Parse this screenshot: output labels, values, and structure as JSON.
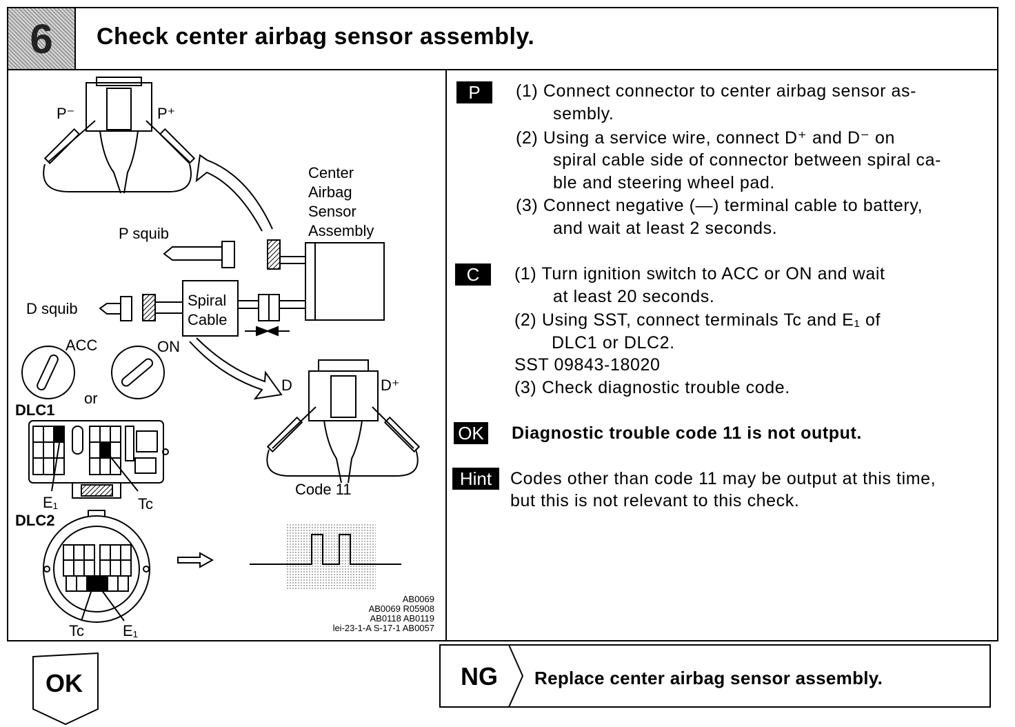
{
  "header": {
    "step_number": "6",
    "title": "Check center airbag sensor assembly."
  },
  "diagram": {
    "p_minus": "P⁻",
    "p_plus": "P⁺",
    "center_airbag_lines": [
      "Center",
      "Airbag",
      "Sensor",
      "Assembly"
    ],
    "p_squib": "P squib",
    "d_squib": "D squib",
    "spiral_cable_lines": [
      "Spiral",
      "Cable"
    ],
    "acc": "ACC",
    "on": "ON",
    "or": "or",
    "dlc1": "DLC1",
    "dlc2": "DLC2",
    "e1_top": "E₁",
    "tc_top": "Tc",
    "tc_bottom": "Tc",
    "e1_bottom": "E₁",
    "d_label": "D",
    "d_plus": "D⁺",
    "code11": "Code 11",
    "refs": [
      "AB0069",
      "AB0069 R05908",
      "AB0118 AB0119",
      "lei-23-1-A S-17-1 AB0057"
    ]
  },
  "instructions": {
    "p_badge": "P",
    "p_steps": [
      "(1)  Connect connector to center airbag sensor as-",
      "sembly.",
      "(2)  Using a service wire, connect D⁺ and D⁻ on",
      "spiral cable side of connector between spiral ca-",
      "ble and steering wheel pad.",
      "(3)  Connect negative (—) terminal cable to battery,",
      "and wait at least 2 seconds."
    ],
    "c_badge": "C",
    "c_steps": [
      "(1)  Turn ignition switch to ACC or ON and wait",
      "at least 20 seconds.",
      "(2)  Using SST, connect terminals Tc and E₁ of",
      "DLC1 or DLC2.",
      "SST  09843-18020",
      "(3)  Check diagnostic trouble code."
    ],
    "ok_badge": "OK",
    "ok_text": "Diagnostic trouble code 11 is not output.",
    "hint_badge": "Hint",
    "hint_lines": [
      "Codes other than code 11 may be output at this time,",
      "but this is not relevant to this check."
    ]
  },
  "footer": {
    "ok_label": "OK",
    "ng_label": "NG",
    "ng_text": "Replace center airbag sensor assembly."
  }
}
